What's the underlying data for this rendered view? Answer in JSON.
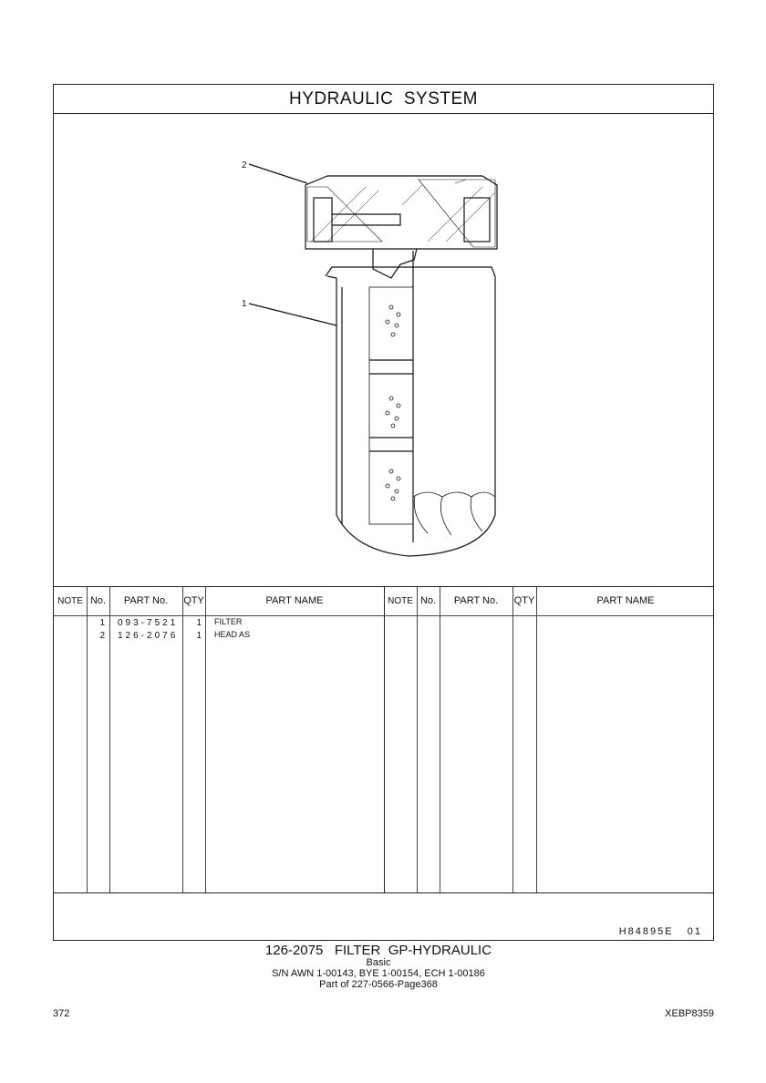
{
  "section_title": "HYDRAULIC  SYSTEM",
  "callouts": [
    "1",
    "2"
  ],
  "table": {
    "headers": [
      "NOTE",
      "No.",
      "PART No.",
      "QTY",
      "PART NAME"
    ],
    "rows": [
      {
        "note": "",
        "no": "1",
        "part_no": "093-7521",
        "qty": "1",
        "name": "FILTER"
      },
      {
        "note": "",
        "no": "2",
        "part_no": "126-2076",
        "qty": "1",
        "name": "HEAD AS"
      }
    ]
  },
  "illustration_ref": "H84895E   01",
  "caption": {
    "title": "126-2075   FILTER  GP-HYDRAULIC",
    "subtitle": "Basic",
    "serial": "S/N AWN 1-00143, BYE 1-00154, ECH 1-00186",
    "part_of": "Part of 227-0566-Page368"
  },
  "page_number": "372",
  "doc_code": "XEBP8359"
}
